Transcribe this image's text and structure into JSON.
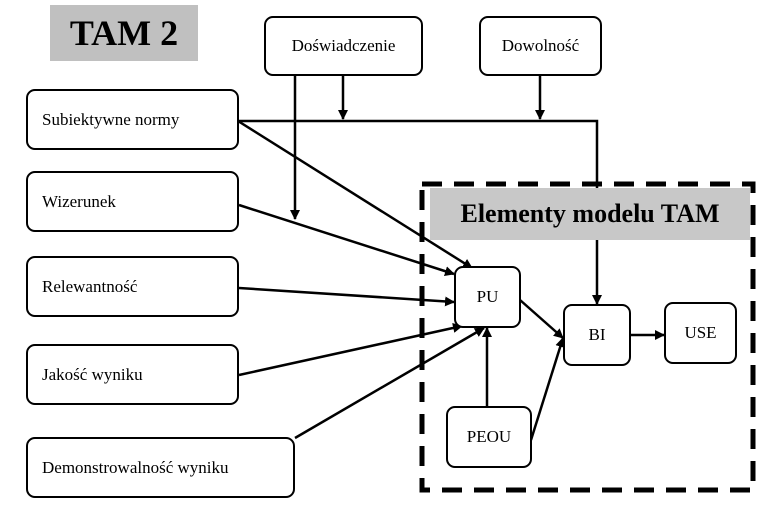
{
  "title": "TAM 2",
  "tam_section_label": "Elementy modelu TAM",
  "nodes": {
    "doswiadczenie": "Doświadczenie",
    "dowolnosc": "Dowolność",
    "subiektywne_normy": "Subiektywne normy",
    "wizerunek": "Wizerunek",
    "relewantnosc": "Relewantność",
    "jakosc_wyniku": "Jakość wyniku",
    "demonstrowalnosc_wyniku": "Demonstrowalność wyniku",
    "pu": "PU",
    "peou": "PEOU",
    "bi": "BI",
    "use": "USE"
  }
}
